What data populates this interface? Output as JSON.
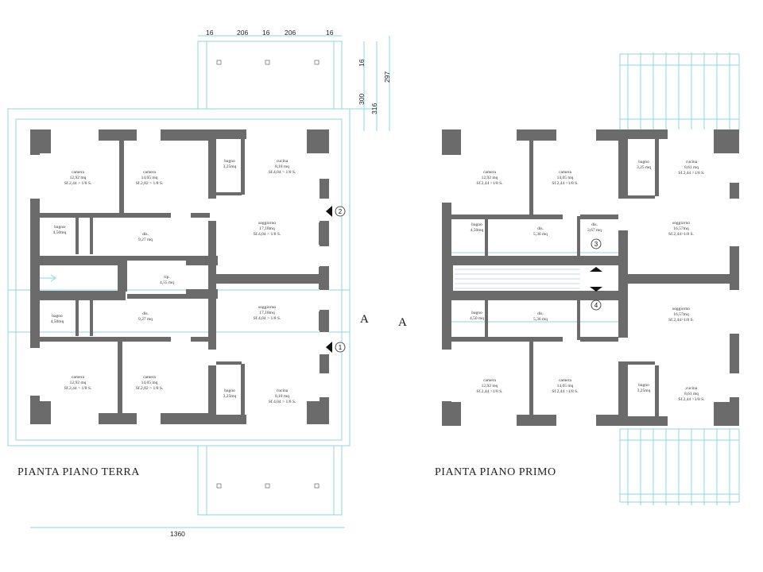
{
  "ground_floor": {
    "title": "PIANTA PIANO TERRA",
    "rooms": [
      {
        "lines": [
          "camera",
          "12,92 mq",
          "Sf.2,44 > 1/8 S."
        ]
      },
      {
        "lines": [
          "camera",
          "14,05 mq",
          "Sf.2,82 > 1/8 S."
        ]
      },
      {
        "lines": [
          "bagno",
          "3,25mq"
        ]
      },
      {
        "lines": [
          "cucina",
          "8,18 mq",
          "Sf.4,04 > 1/8 S."
        ]
      },
      {
        "lines": [
          "soggiorno",
          "17,18mq",
          "Sf.4,04 > 1/8 S."
        ]
      },
      {
        "lines": [
          "bagno",
          "4,50mq"
        ]
      },
      {
        "lines": [
          "dis.",
          "9,27 mq"
        ]
      },
      {
        "lines": [
          "rip.",
          "4,55 mq"
        ]
      },
      {
        "lines": [
          "bagno",
          "4,50mq"
        ]
      },
      {
        "lines": [
          "dis.",
          "9,27 mq"
        ]
      },
      {
        "lines": [
          "soggiorno",
          "17,18mq",
          "Sf.4,04 > 1/8 S."
        ]
      },
      {
        "lines": [
          "camera",
          "12,92 mq",
          "Sf.2,44 > 1/8 S."
        ]
      },
      {
        "lines": [
          "camera",
          "14,05 mq",
          "Sf.2,82 > 1/8 S."
        ]
      },
      {
        "lines": [
          "bagno",
          "3,25mq"
        ]
      },
      {
        "lines": [
          "cucina",
          "8,18 mq",
          "Sf.4,04 > 1/8 S."
        ]
      }
    ]
  },
  "first_floor": {
    "title": "PIANTA PIANO PRIMO",
    "rooms": [
      {
        "lines": [
          "camera",
          "12,92 mq",
          "Sf.2,44 >1/8 S."
        ]
      },
      {
        "lines": [
          "camera",
          "14,05 mq",
          "Sf.2,44 >1/8 S."
        ]
      },
      {
        "lines": [
          "bagno",
          "3,25 mq"
        ]
      },
      {
        "lines": [
          "cucina",
          "8,61 mq",
          "Sf.2,44 >1/8 S."
        ]
      },
      {
        "lines": [
          "bagno",
          "4,50mq"
        ]
      },
      {
        "lines": [
          "dis.",
          "5,36 mq"
        ]
      },
      {
        "lines": [
          "dis.",
          "3,67 mq"
        ]
      },
      {
        "lines": [
          "soggiorno",
          "16,57mq",
          "Sf.2,44>1/8 S."
        ]
      },
      {
        "lines": [
          "bagno",
          "4,50 mq"
        ]
      },
      {
        "lines": [
          "dis.",
          "5,36 mq"
        ]
      },
      {
        "lines": [
          "soggiorno",
          "16,57mq",
          "Sf.2,44>1/8 S."
        ]
      },
      {
        "lines": [
          "camera",
          "12,92 mq",
          "Sf.2,44 >1/8 S."
        ]
      },
      {
        "lines": [
          "camera",
          "14,05 mq",
          "Sf.2,44 >1/8 S."
        ]
      },
      {
        "lines": [
          "bagno",
          "3,25mq"
        ]
      },
      {
        "lines": [
          "cucina",
          "8,61 mq",
          "Sf.2,44 >1/8 S."
        ]
      }
    ]
  },
  "dimensions": {
    "top_row": [
      "16",
      "206",
      "16",
      "206",
      "16"
    ],
    "vertical": [
      "300",
      "316",
      "297",
      "16"
    ],
    "bottom": "1360"
  },
  "section_labels": [
    "A",
    "A"
  ],
  "markers": [
    "2",
    "1",
    "3",
    "4"
  ],
  "colors": {
    "wall": "#6b6b6b",
    "construction_line": "#8fd6e3"
  }
}
